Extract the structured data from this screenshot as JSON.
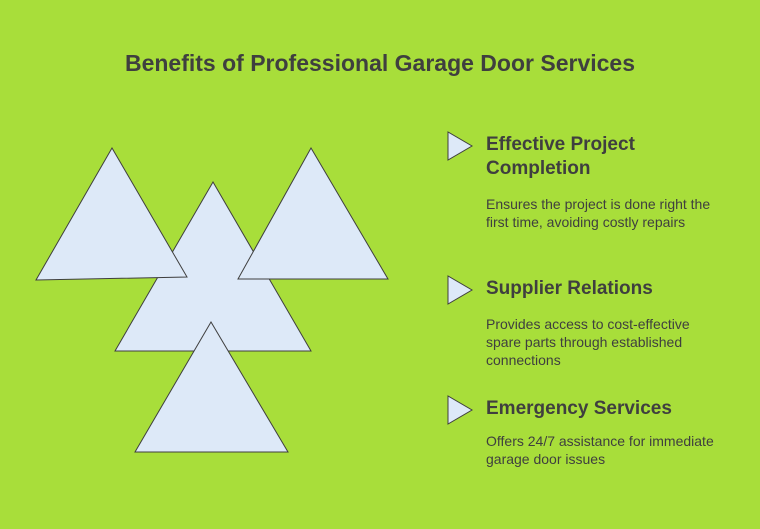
{
  "colors": {
    "background": "#a8de3a",
    "triangle_fill": "#dde9f8",
    "triangle_stroke": "#3f3f3f",
    "text": "#3f3f3f"
  },
  "title": "Benefits of Professional Garage Door Services",
  "items": [
    {
      "icon": "play-triangle-icon",
      "heading": "Effective Project Completion",
      "description": "Ensures the project is done right the first time, avoiding costly repairs"
    },
    {
      "icon": "play-triangle-icon",
      "heading": "Supplier Relations",
      "description": "Provides access to cost-effective spare parts through established connections"
    },
    {
      "icon": "play-triangle-icon",
      "heading": "Emergency Services",
      "description": "Offers 24/7 assistance for immediate garage door issues"
    }
  ]
}
